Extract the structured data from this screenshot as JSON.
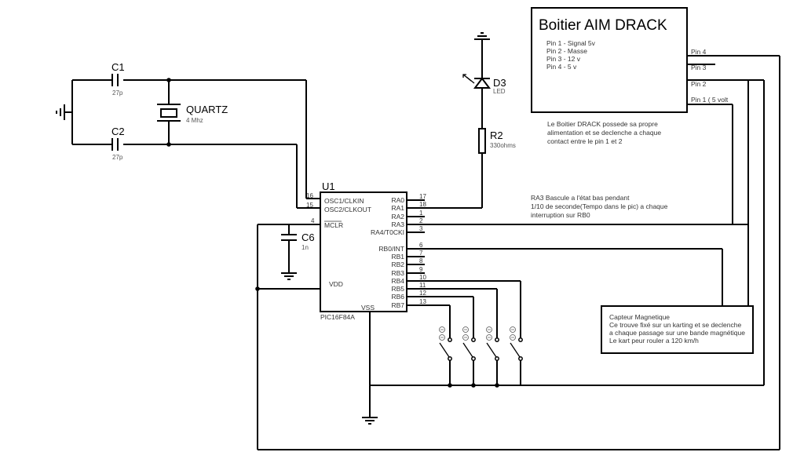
{
  "schematic": {
    "aim_box": {
      "title": "Boitier AIM DRACK",
      "pin_descriptions": [
        "Pin 1 - Signal 5v",
        "Pin 2 - Masse",
        "Pin 3 - 12 v",
        "Pin 4 - 5 v"
      ],
      "pin_labels": [
        "Pin 4",
        "Pin 3",
        "Pin 2",
        "Pin 1 ( 5 volt"
      ]
    },
    "aim_note": [
      "Le Boitier DRACK possede sa propre",
      "alimentation et se declenche a chaque",
      "contact entre le pin 1 et 2"
    ],
    "ra3_note": [
      "RA3 Bascule a l'état bas pendant",
      "1/10 de seconde(Tempo dans le pic) a chaque",
      "interruption sur RB0"
    ],
    "sensor_box": {
      "lines": [
        "Capteur Magnetique",
        "Ce trouve fixé sur un karting et se declenche",
        "a chaque passage sur une bande magnétique",
        "Le kart peur rouler a 120 km/h"
      ]
    },
    "components": {
      "c1": {
        "ref": "C1",
        "value": "27p"
      },
      "c2": {
        "ref": "C2",
        "value": "27p"
      },
      "quartz": {
        "ref": "QUARTZ",
        "value": "4 Mhz"
      },
      "d3": {
        "ref": "D3",
        "value": "LED"
      },
      "r2": {
        "ref": "R2",
        "value": "330ohms"
      },
      "c6": {
        "ref": "C6",
        "value": "1n"
      },
      "u1": {
        "ref": "U1",
        "part": "PIC16F84A",
        "left_pins": [
          {
            "num": "16",
            "name": "OSC1/CLKIN"
          },
          {
            "num": "15",
            "name": "OSC2/CLKOUT"
          },
          {
            "num": "4",
            "name": "MCLR"
          }
        ],
        "vdd": "VDD",
        "vss": "VSS",
        "right_pins": [
          {
            "num": "17",
            "name": "RA0"
          },
          {
            "num": "18",
            "name": "RA1"
          },
          {
            "num": "1",
            "name": "RA2"
          },
          {
            "num": "2",
            "name": "RA3"
          },
          {
            "num": "3",
            "name": "RA4/T0CKI"
          },
          {
            "num": "6",
            "name": "RB0/INT"
          },
          {
            "num": "7",
            "name": "RB1"
          },
          {
            "num": "8",
            "name": "RB2"
          },
          {
            "num": "9",
            "name": "RB3"
          },
          {
            "num": "10",
            "name": "RB4"
          },
          {
            "num": "11",
            "name": "RB5"
          },
          {
            "num": "12",
            "name": "RB6"
          },
          {
            "num": "13",
            "name": "RB7"
          }
        ]
      }
    }
  }
}
